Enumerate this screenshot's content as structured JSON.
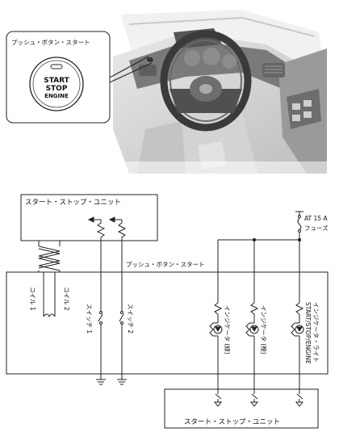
{
  "illustration": {
    "callout_title": "プッシュ・ボタン・スタート",
    "button_text_1": "START",
    "button_text_2": "STOP",
    "button_text_3": "ENGINE"
  },
  "circuit": {
    "top_unit_label": "スタート・ストップ・ユニット",
    "bottom_unit_label": "スタート・ストップ・ユニット",
    "button_box_label": "プッシュ・ボタン・スタート",
    "fuse_line1": "AT 15 A",
    "fuse_line2": "フューズ",
    "coil1": "コイル 1",
    "coil2": "コイル 2",
    "switch1": "スイッチ 1",
    "switch2": "スイッチ 2",
    "indicator_green": "インジケータ (緑)",
    "indicator_orange": "インジケータ (橙)",
    "light_line1": "START/STOP/ENGINE",
    "light_line2": "インジケータ・ライト"
  }
}
